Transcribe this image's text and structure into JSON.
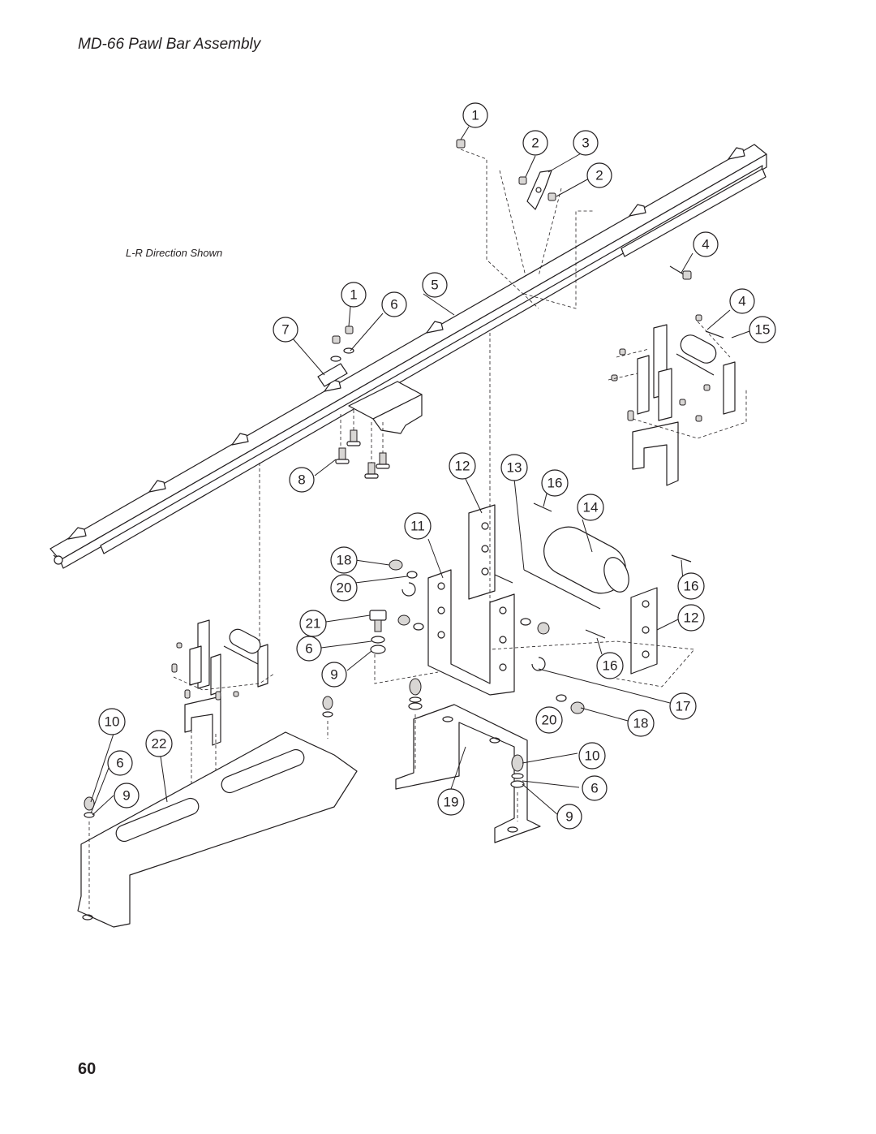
{
  "page": {
    "title": "MD-66 Pawl Bar Assembly",
    "note": "L-R Direction Shown",
    "page_number": "60"
  },
  "callouts": [
    {
      "id": "c1a",
      "label": "1"
    },
    {
      "id": "c2a",
      "label": "2"
    },
    {
      "id": "c3",
      "label": "3"
    },
    {
      "id": "c2b",
      "label": "2"
    },
    {
      "id": "c4a",
      "label": "4"
    },
    {
      "id": "c1b",
      "label": "1"
    },
    {
      "id": "c5",
      "label": "5"
    },
    {
      "id": "c6a",
      "label": "6"
    },
    {
      "id": "c7",
      "label": "7"
    },
    {
      "id": "c4b",
      "label": "4"
    },
    {
      "id": "c15",
      "label": "15"
    },
    {
      "id": "c8",
      "label": "8"
    },
    {
      "id": "c12a",
      "label": "12"
    },
    {
      "id": "c13",
      "label": "13"
    },
    {
      "id": "c16a",
      "label": "16"
    },
    {
      "id": "c14",
      "label": "14"
    },
    {
      "id": "c11",
      "label": "11"
    },
    {
      "id": "c18a",
      "label": "18"
    },
    {
      "id": "c20a",
      "label": "20"
    },
    {
      "id": "c16b",
      "label": "16"
    },
    {
      "id": "c21",
      "label": "21"
    },
    {
      "id": "c12b",
      "label": "12"
    },
    {
      "id": "c6b",
      "label": "6"
    },
    {
      "id": "c9a",
      "label": "9"
    },
    {
      "id": "c16c",
      "label": "16"
    },
    {
      "id": "c17",
      "label": "17"
    },
    {
      "id": "c10a",
      "label": "10"
    },
    {
      "id": "c20b",
      "label": "20"
    },
    {
      "id": "c18b",
      "label": "18"
    },
    {
      "id": "c22",
      "label": "22"
    },
    {
      "id": "c10b",
      "label": "10"
    },
    {
      "id": "c6c",
      "label": "6"
    },
    {
      "id": "c9b",
      "label": "9"
    },
    {
      "id": "c19",
      "label": "19"
    },
    {
      "id": "c6d",
      "label": "6"
    },
    {
      "id": "c9c",
      "label": "9"
    }
  ]
}
